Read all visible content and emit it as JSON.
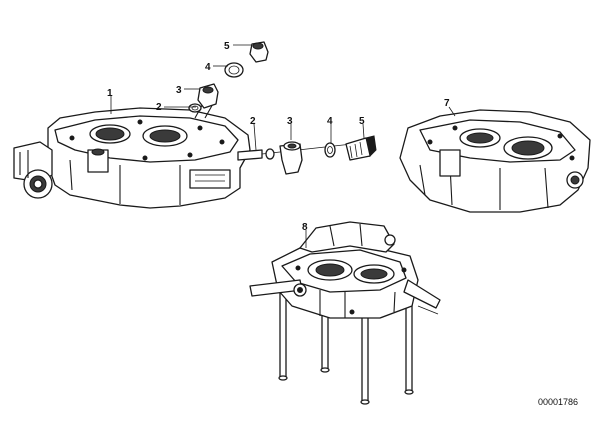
{
  "diagram": {
    "drawing_code": "00001786",
    "callouts": {
      "c1": "1",
      "c2a": "2",
      "c3a": "3",
      "c4a": "4",
      "c5a": "5",
      "c2b": "2",
      "c3b": "3",
      "c4b": "4",
      "c5b": "5",
      "c7": "7",
      "c8": "8"
    }
  }
}
